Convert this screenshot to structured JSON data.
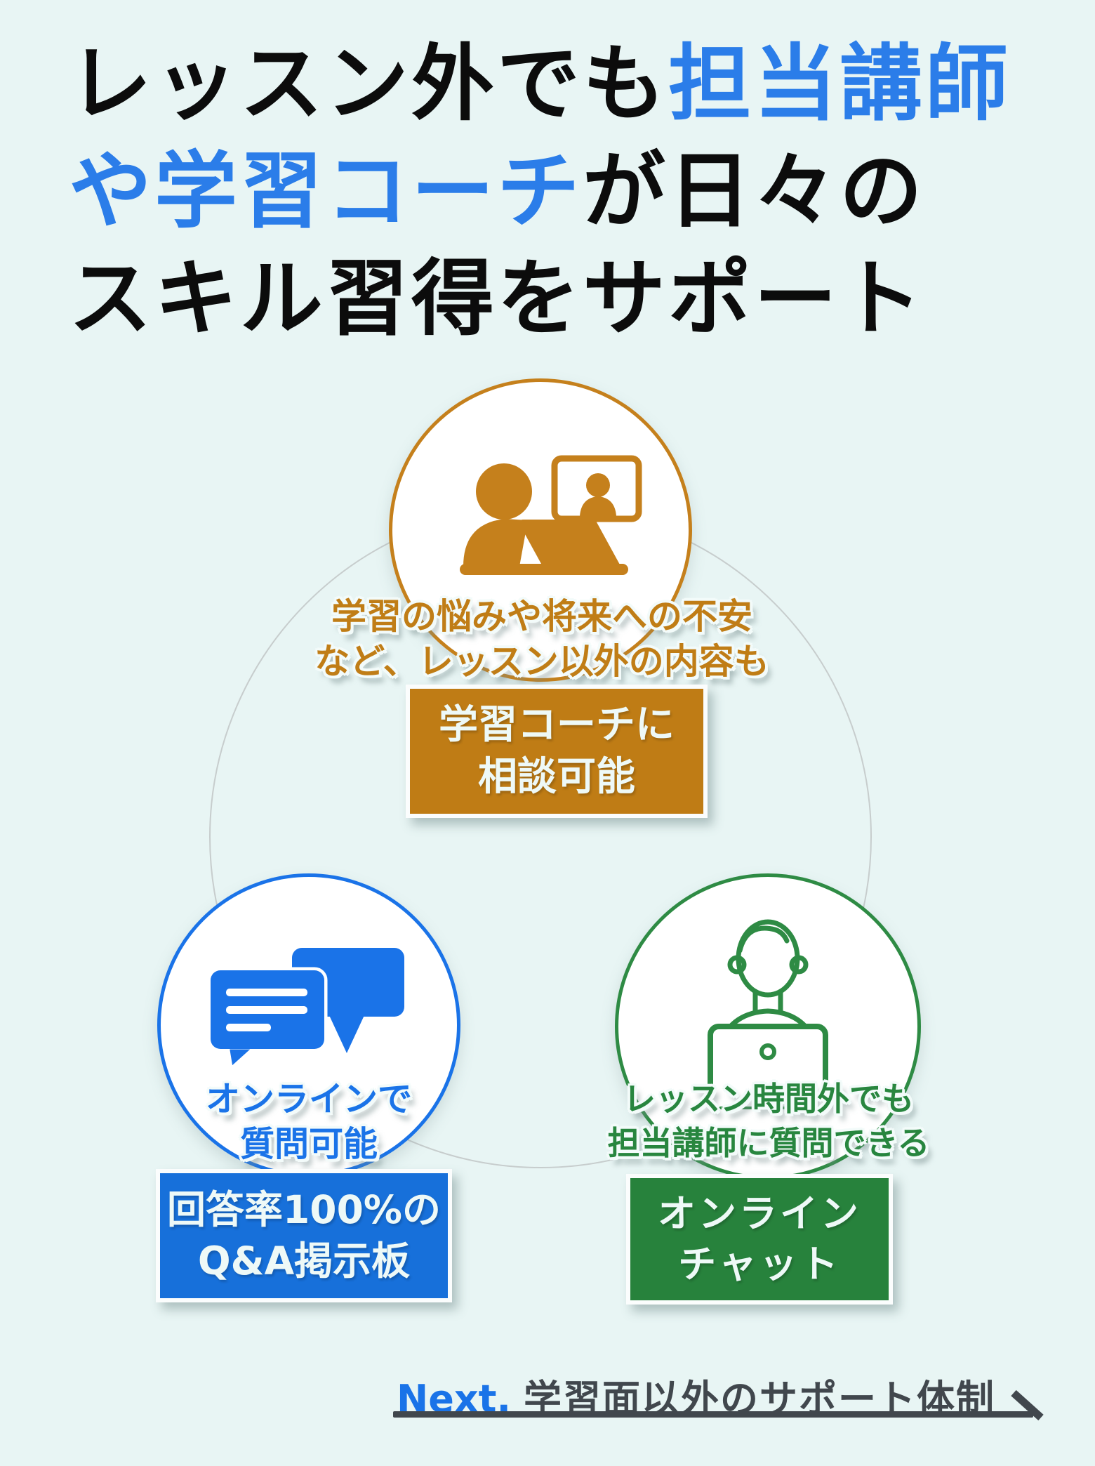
{
  "page": {
    "background_color": "#e8f5f4"
  },
  "heading": {
    "line1_black": "レッスン外でも",
    "line1_blue": "担当講師",
    "line2_blue": "や学習コーチ",
    "line2_black": "が日々の",
    "line3_black": "スキル習得をサポート",
    "accent_color": "#2b7de9",
    "text_color": "#0c0c0c"
  },
  "coach": {
    "icon": "video-call-coach-icon",
    "caption_line1": "学習の悩みや将来への不安",
    "caption_line2": "など、レッスン以外の内容も",
    "box_line1": "学習コーチに",
    "box_line2": "相談可能",
    "color": "#c5801c",
    "box_color": "#bf7c15"
  },
  "qa": {
    "icon": "chat-bubbles-icon",
    "caption_line1": "オンラインで",
    "caption_line2": "質問可能",
    "box_line1": "回答率100%の",
    "box_line2": "Q&A掲示板",
    "color": "#1a73e8",
    "box_color": "#1770da"
  },
  "chat": {
    "icon": "instructor-laptop-icon",
    "caption_line1": "レッスン時間外でも",
    "caption_line2": "担当講師に質問できる",
    "box_line1": "オンライン",
    "box_line2": "チャット",
    "color": "#2e8b44",
    "box_color": "#27823c"
  },
  "footer": {
    "next_label": "Next.",
    "next_text": "学習面以外のサポート体制",
    "accent_color": "#1a73e8",
    "text_color": "#41474d"
  }
}
